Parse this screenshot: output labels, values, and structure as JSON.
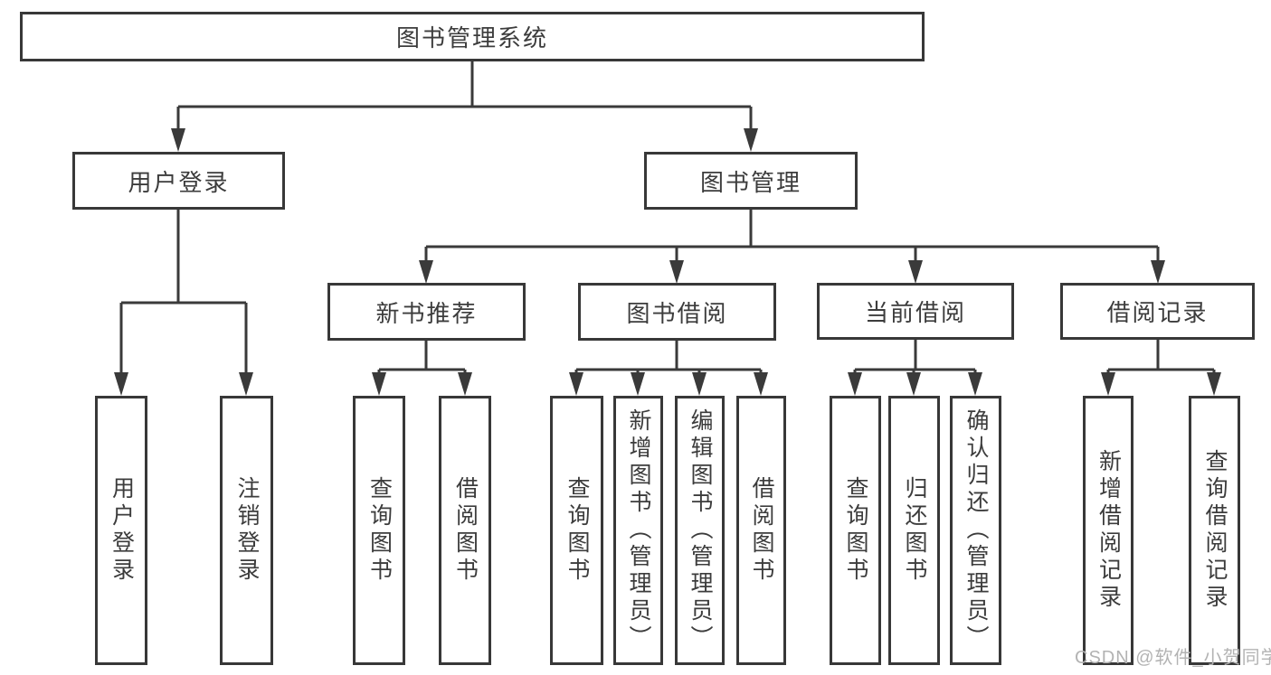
{
  "page": {
    "background": "#ffffff",
    "line_color": "#3a3a3a",
    "text_color": "#3c3c3c",
    "watermark_color": "#b3b3b3"
  },
  "watermark": {
    "text": "CSDN @软件_小贺同学"
  },
  "diagram": {
    "root": "图书管理系统",
    "level2": [
      "用户登录",
      "图书管理"
    ],
    "level3": [
      "新书推荐",
      "图书借阅",
      "当前借阅",
      "借阅记录"
    ],
    "leaves": [
      "用户登录",
      "注销登录",
      "查询图书",
      "借阅图书",
      "查询图书",
      "新增图书（管理员）",
      "编辑图书（管理员）",
      "借阅图书",
      "查询图书",
      "归还图书",
      "确认归还（管理员）",
      "新增借阅记录",
      "查询借阅记录"
    ],
    "edges": [
      "图书管理系统>用户登录",
      "图书管理系统>图书管理",
      "用户登录>用户登录",
      "用户登录>注销登录",
      "图书管理>新书推荐",
      "图书管理>图书借阅",
      "图书管理>当前借阅",
      "图书管理>借阅记录",
      "新书推荐>查询图书",
      "新书推荐>借阅图书",
      "图书借阅>查询图书",
      "图书借阅>新增图书（管理员）",
      "图书借阅>编辑图书（管理员）",
      "图书借阅>借阅图书",
      "当前借阅>查询图书",
      "当前借阅>归还图书",
      "当前借阅>确认归还（管理员）",
      "借阅记录>新增借阅记录",
      "借阅记录>查询借阅记录"
    ]
  }
}
